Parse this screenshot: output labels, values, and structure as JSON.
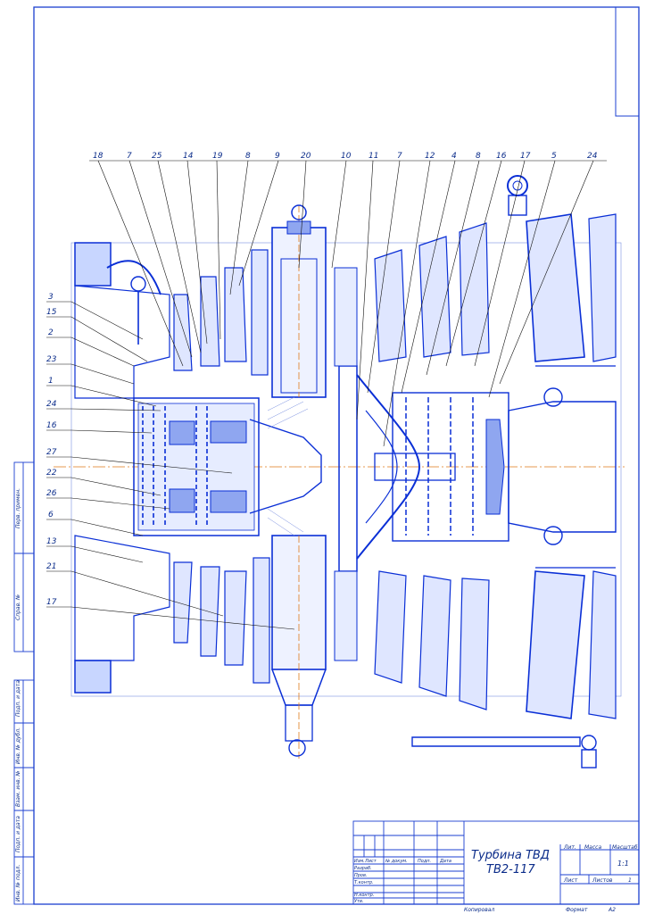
{
  "drawing": {
    "title_line1": "Турбина ТВД",
    "title_line2": "ТВ2-117",
    "colors": {
      "line": "#0a2fd6",
      "frame": "#1b3fd0",
      "axis": "#e07a1a",
      "shade": "#c8d6ff",
      "dark": "#0b1a5a"
    }
  },
  "top_labels": [
    "18",
    "7",
    "25",
    "14",
    "19",
    "8",
    "9",
    "20",
    "10",
    "11",
    "7",
    "12",
    "4",
    "8",
    "16",
    "17",
    "5",
    "24"
  ],
  "left_labels": [
    "3",
    "15",
    "2",
    "23",
    "1",
    "24",
    "16",
    "27",
    "22",
    "26",
    "6",
    "13",
    "21",
    "17"
  ],
  "side_strip": {
    "labels": [
      "Перв. примен.",
      "Справ. №",
      "Подп. и дата",
      "Инв. № дубл.",
      "Взам. инв. №",
      "Подп. и дата",
      "Инв. № подл."
    ]
  },
  "title_block": {
    "headers": [
      "Изм.",
      "Лист",
      "№ докум.",
      "Подп.",
      "Дата"
    ],
    "rows": [
      "Разраб.",
      "Пров.",
      "Т.контр.",
      "",
      "Н.контр.",
      "Утв."
    ],
    "col_labels": [
      "Лит.",
      "Масса",
      "Масштаб"
    ],
    "scale": "1:1",
    "sheet": "Лист",
    "sheets": "Листов",
    "sheets_count": "1"
  },
  "footer": {
    "copied": "Копировал",
    "format": "Формат",
    "format_value": "А2"
  }
}
